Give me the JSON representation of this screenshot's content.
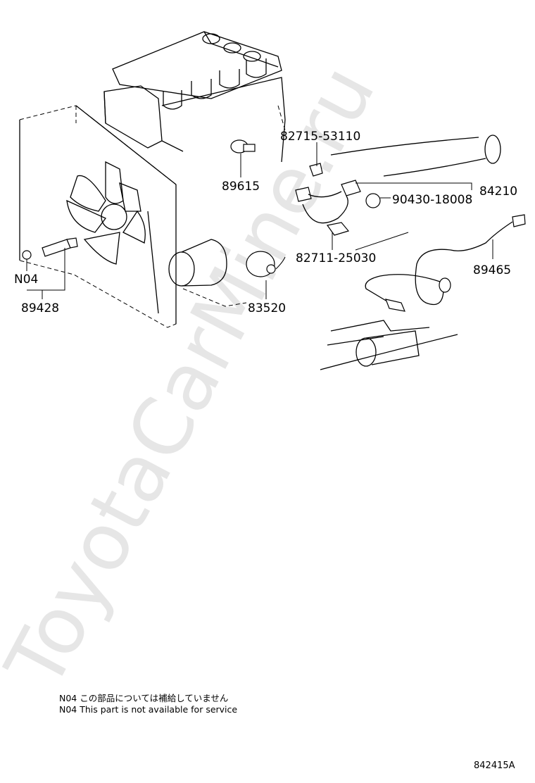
{
  "watermark": "ToyotaCarMine.ru",
  "callouts": {
    "p82715": "82715-53110",
    "p89615": "89615",
    "p84210": "84210",
    "p90430": "90430-18008",
    "p82711": "82711-25030",
    "p89465": "89465",
    "n04": "N04",
    "p89428": "89428",
    "p83520": "83520"
  },
  "notes": {
    "jp": "N04 この部品については補給していません",
    "en": "N04 This part is not available for service"
  },
  "drawing_number": "842415A"
}
